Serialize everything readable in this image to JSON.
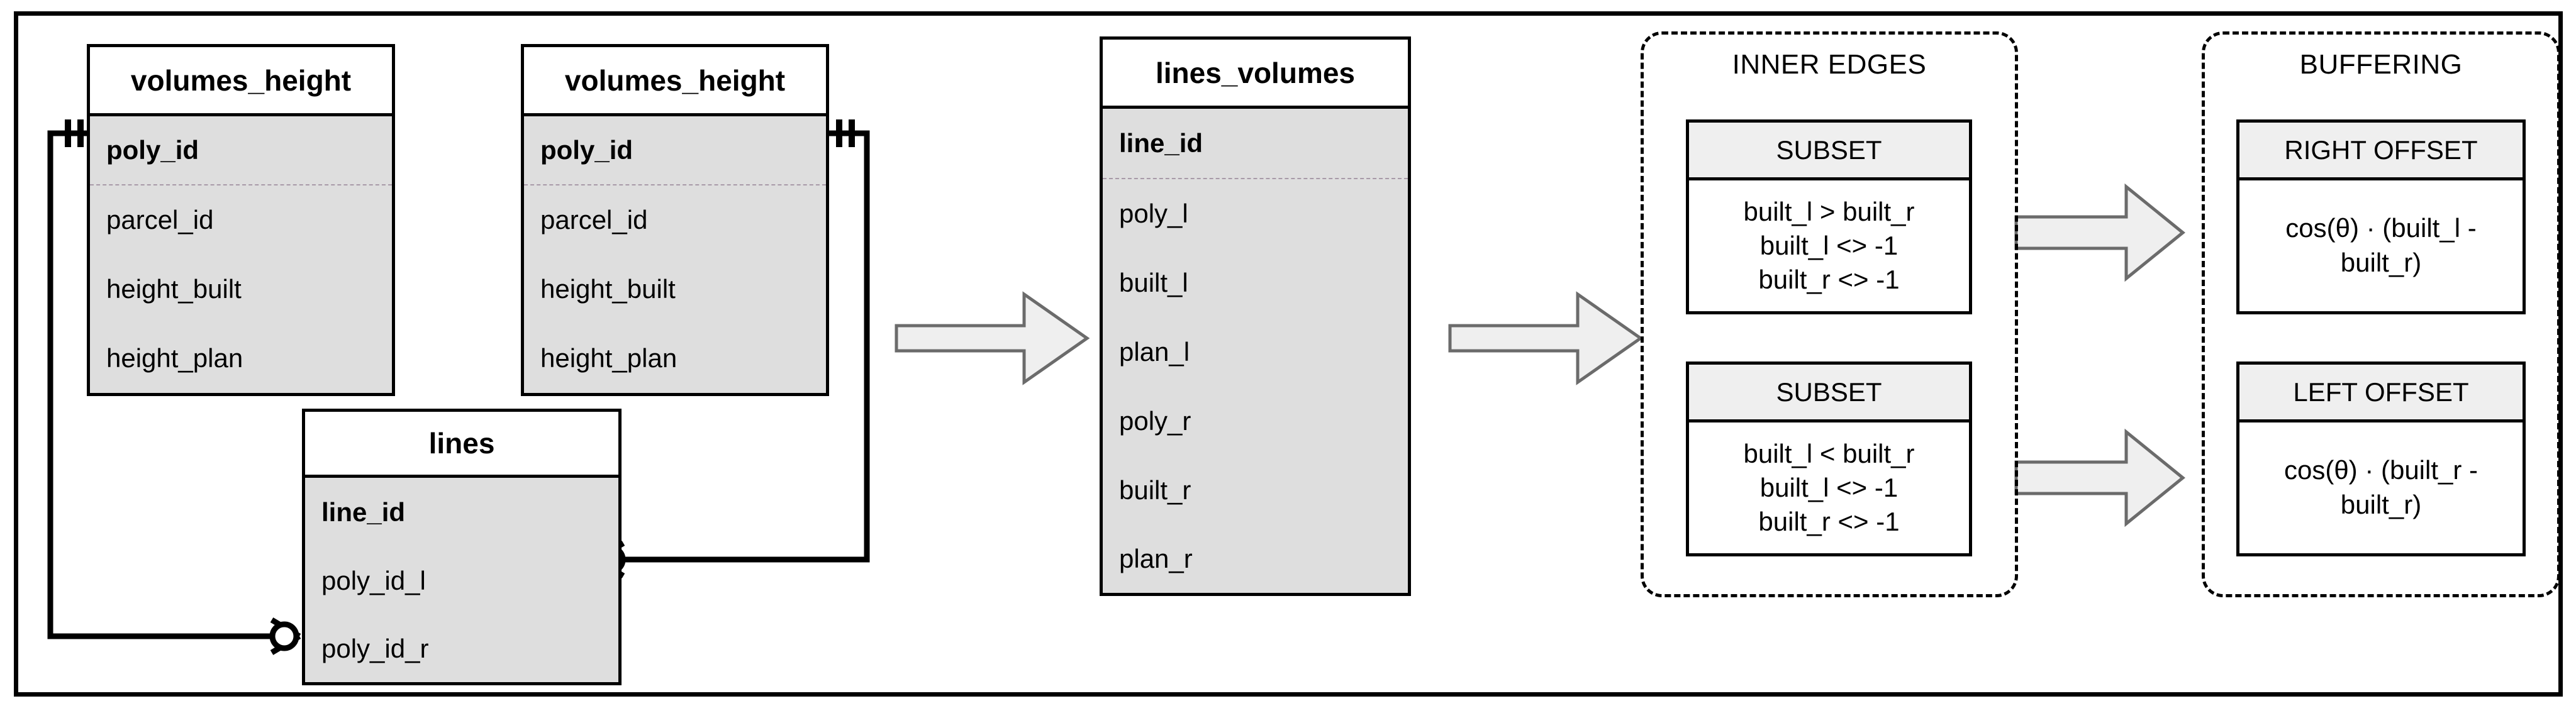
{
  "diagram": {
    "title_text": "",
    "colors": {
      "table_header_bg": "#ffffff",
      "table_body_bg": "#dedede",
      "box_header_bg": "#efefef",
      "box_body_bg": "#ffffff",
      "arrow_fill": "#efefef",
      "arrow_stroke": "#6b6b6b",
      "line": "#000000",
      "pk_separator": "#a89aa8"
    },
    "tables": [
      {
        "name": "volumes_height",
        "fields": [
          {
            "label": "poly_id",
            "key": true
          },
          {
            "label": "parcel_id",
            "key": false
          },
          {
            "label": "height_built",
            "key": false
          },
          {
            "label": "height_plan",
            "key": false
          }
        ]
      },
      {
        "name": "volumes_height",
        "fields": [
          {
            "label": "poly_id",
            "key": true
          },
          {
            "label": "parcel_id",
            "key": false
          },
          {
            "label": "height_built",
            "key": false
          },
          {
            "label": "height_plan",
            "key": false
          }
        ]
      },
      {
        "name": "lines",
        "fields": [
          {
            "label": "line_id",
            "key": true
          },
          {
            "label": "poly_id_l",
            "key": false
          },
          {
            "label": "poly_id_r",
            "key": false
          }
        ]
      },
      {
        "name": "lines_volumes",
        "fields": [
          {
            "label": "line_id",
            "key": true
          },
          {
            "label": "poly_l",
            "key": false
          },
          {
            "label": "built_l",
            "key": false
          },
          {
            "label": "plan_l",
            "key": false
          },
          {
            "label": "poly_r",
            "key": false
          },
          {
            "label": "built_r",
            "key": false
          },
          {
            "label": "plan_r",
            "key": false
          }
        ]
      }
    ],
    "panels": [
      {
        "title": "INNER EDGES",
        "boxes": [
          {
            "header": "SUBSET",
            "lines": [
              "built_l > built_r",
              "built_l <> -1",
              "built_r <> -1"
            ]
          },
          {
            "header": "SUBSET",
            "lines": [
              "built_l < built_r",
              "built_l <> -1",
              "built_r <> -1"
            ]
          }
        ]
      },
      {
        "title": "BUFFERING",
        "boxes": [
          {
            "header": "RIGHT OFFSET",
            "lines": [
              "cos(θ) · (built_l -",
              "built_r)"
            ]
          },
          {
            "header": "LEFT OFFSET",
            "lines": [
              "cos(θ) · (built_r -",
              "built_r)"
            ]
          }
        ]
      }
    ],
    "arrows": [
      {
        "name": "arrow-volumes-to-linesvolumes"
      },
      {
        "name": "arrow-linesvolumes-to-inneredges"
      },
      {
        "name": "arrow-subset1-to-rightoffset"
      },
      {
        "name": "arrow-subset2-to-leftoffset"
      }
    ],
    "relationships": [
      {
        "from": "volumes_height.poly_id",
        "to": "lines.poly_id_r",
        "from_card": "exactly-one",
        "to_card": "zero-or-many"
      },
      {
        "from": "volumes_height.poly_id",
        "to": "lines.poly_id_l",
        "from_card": "exactly-one",
        "to_card": "zero-or-many"
      }
    ]
  }
}
